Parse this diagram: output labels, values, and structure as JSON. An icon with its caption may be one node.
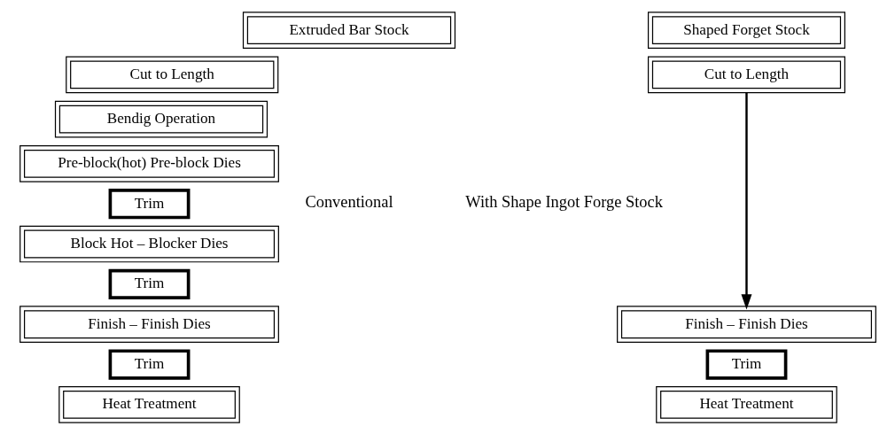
{
  "diagram": {
    "nodes": [
      {
        "text": [
          "Extruded Bar Stock"
        ]
      },
      {
        "text": [
          "Cut to Length"
        ]
      },
      {
        "text": [
          "Bendig Operation"
        ]
      },
      {
        "text": [
          "Pre-block(hot) Pre-block Dies"
        ]
      },
      {
        "text": [
          "Trim"
        ]
      },
      {
        "text": [
          "Block Hot – Blocker Dies"
        ]
      },
      {
        "text": [
          "Trim"
        ]
      },
      {
        "text": [
          "Finish – Finish Dies"
        ]
      },
      {
        "text": [
          "Trim"
        ]
      },
      {
        "text": [
          "Heat Treatment"
        ]
      },
      {
        "text": [
          "Shaped Forget Stock"
        ]
      },
      {
        "text": [
          "Cut to Length"
        ]
      },
      {
        "text": [
          "Finish – Finish Dies"
        ]
      },
      {
        "text": [
          "Trim"
        ]
      },
      {
        "text": [
          "Heat Treatment"
        ]
      }
    ],
    "edges": [
      {
        "from": 11,
        "to": 12,
        "arrow": "to"
      }
    ],
    "labels": [
      "Conventional",
      "With Shape Ingot Forge Stock"
    ]
  }
}
